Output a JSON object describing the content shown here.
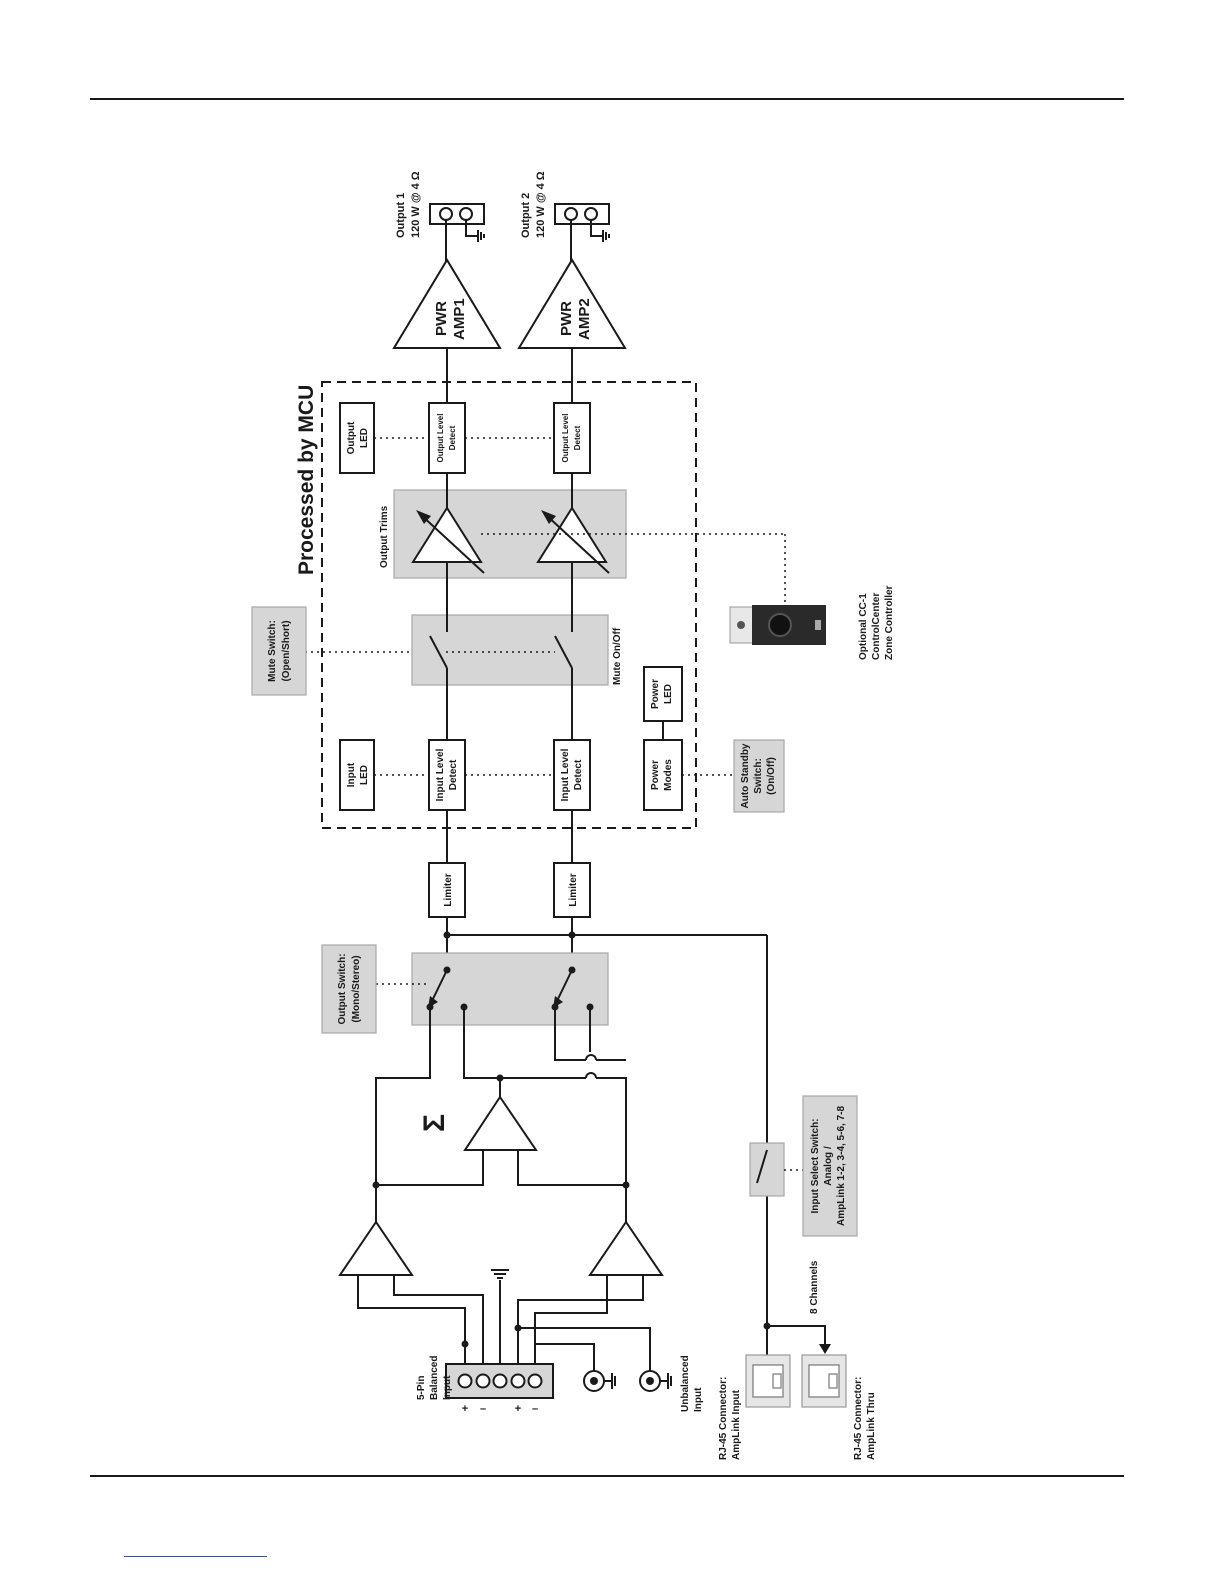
{
  "diagram": {
    "title": "Processed by MCU",
    "outputs": [
      {
        "name": "Output 1",
        "rating": "120 W @ 4 Ω"
      },
      {
        "name": "Output 2",
        "rating": "120 W @ 4 Ω"
      }
    ],
    "power_amps": [
      {
        "line1": "PWR",
        "line2": "AMP1"
      },
      {
        "line1": "PWR",
        "line2": "AMP2"
      }
    ],
    "output_level_detect": {
      "line1": "Output Level",
      "line2": "Detect"
    },
    "output_led": {
      "line1": "Output",
      "line2": "LED"
    },
    "output_trims": "Output Trims",
    "mute_on_off": "Mute On/Off",
    "mute_switch": {
      "line1": "Mute Switch:",
      "line2": "(Open/Short)"
    },
    "power_led": {
      "line1": "Power",
      "line2": "LED"
    },
    "power_modes": {
      "line1": "Power",
      "line2": "Modes"
    },
    "auto_standby": {
      "line1": "Auto Standby",
      "line2": "Switch:",
      "line3": "(On/Off)"
    },
    "input_level_detect": {
      "line1": "Input Level",
      "line2": "Detect"
    },
    "input_led": {
      "line1": "Input",
      "line2": "LED"
    },
    "limiter": "Limiter",
    "output_switch": {
      "line1": "Output Switch:",
      "line2": "(Mono/Stereo)"
    },
    "sum_symbol": "Σ",
    "input_select": {
      "line1": "Input Select Switch:",
      "line2": "Analog /",
      "line3": "AmpLink 1-2, 3-4, 5-6, 7-8"
    },
    "controller": {
      "line1": "Optional CC-1",
      "line2": "ControlCenter",
      "line3": "Zone Controller"
    },
    "balanced_input": {
      "line1": "5-Pin",
      "line2": "Balanced",
      "line3": "Input"
    },
    "pin_labels": [
      "+",
      "–",
      "+",
      "–"
    ],
    "unbalanced_input": {
      "line1": "Unbalanced",
      "line2": "Input"
    },
    "eight_channels": "8 Channels",
    "rj45_input": {
      "line1": "RJ-45 Connector:",
      "line2": "AmpLink Input"
    },
    "rj45_thru": {
      "line1": "RJ-45 Connector:",
      "line2": "AmpLink Thru"
    }
  }
}
